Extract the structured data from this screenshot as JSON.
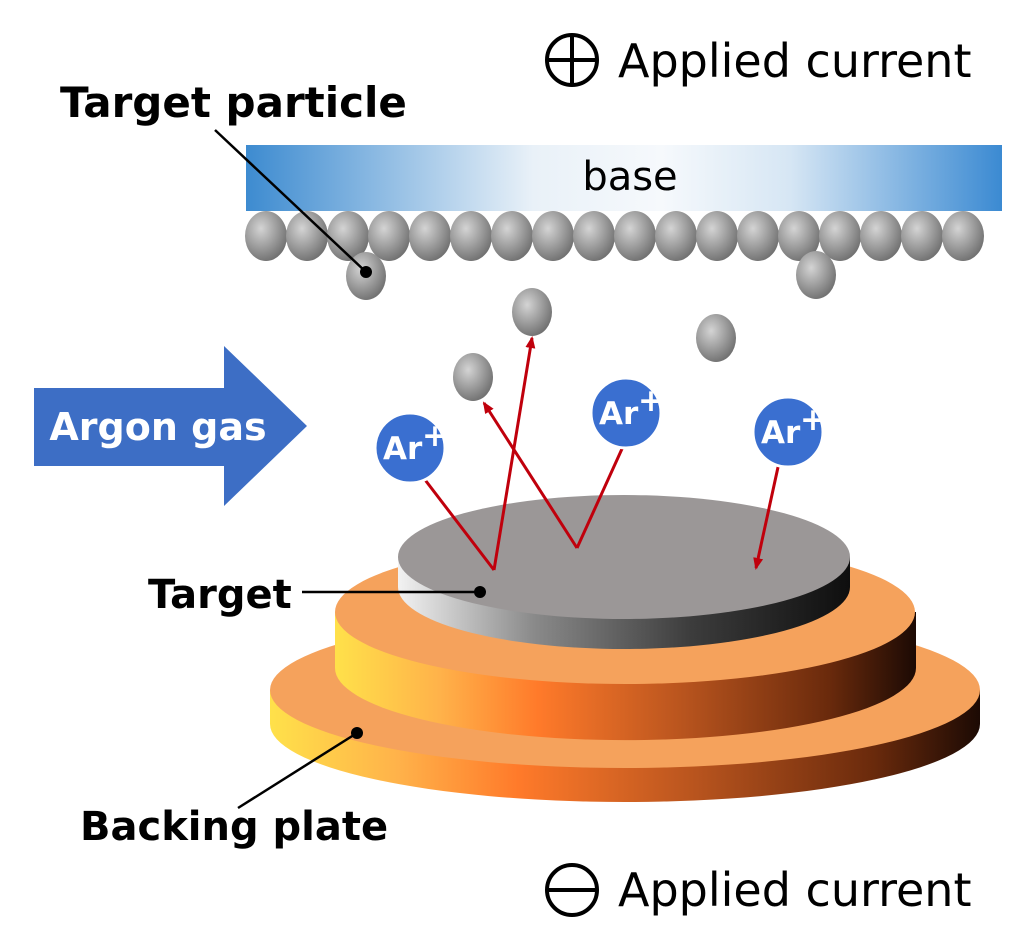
{
  "labels": {
    "applied_current_top": "Applied current",
    "applied_current_bottom": "Applied current",
    "target_particle": "Target particle",
    "base": "base",
    "argon_gas": "Argon gas",
    "target": "Target",
    "backing_plate": "Backing plate",
    "argon_ion": "Ar"
  },
  "symbols": {
    "plus": "+",
    "minus": "−"
  },
  "colors": {
    "ion_blue": "#3a6fd0",
    "arrow_blue": "#3d6ec5",
    "red_trajectory": "#c0000c",
    "particle_gray": "#9a9a9a",
    "target_gray": "#9b9797",
    "backing_orange": "#f5a25c",
    "base_blue": "#3d8bd0"
  }
}
